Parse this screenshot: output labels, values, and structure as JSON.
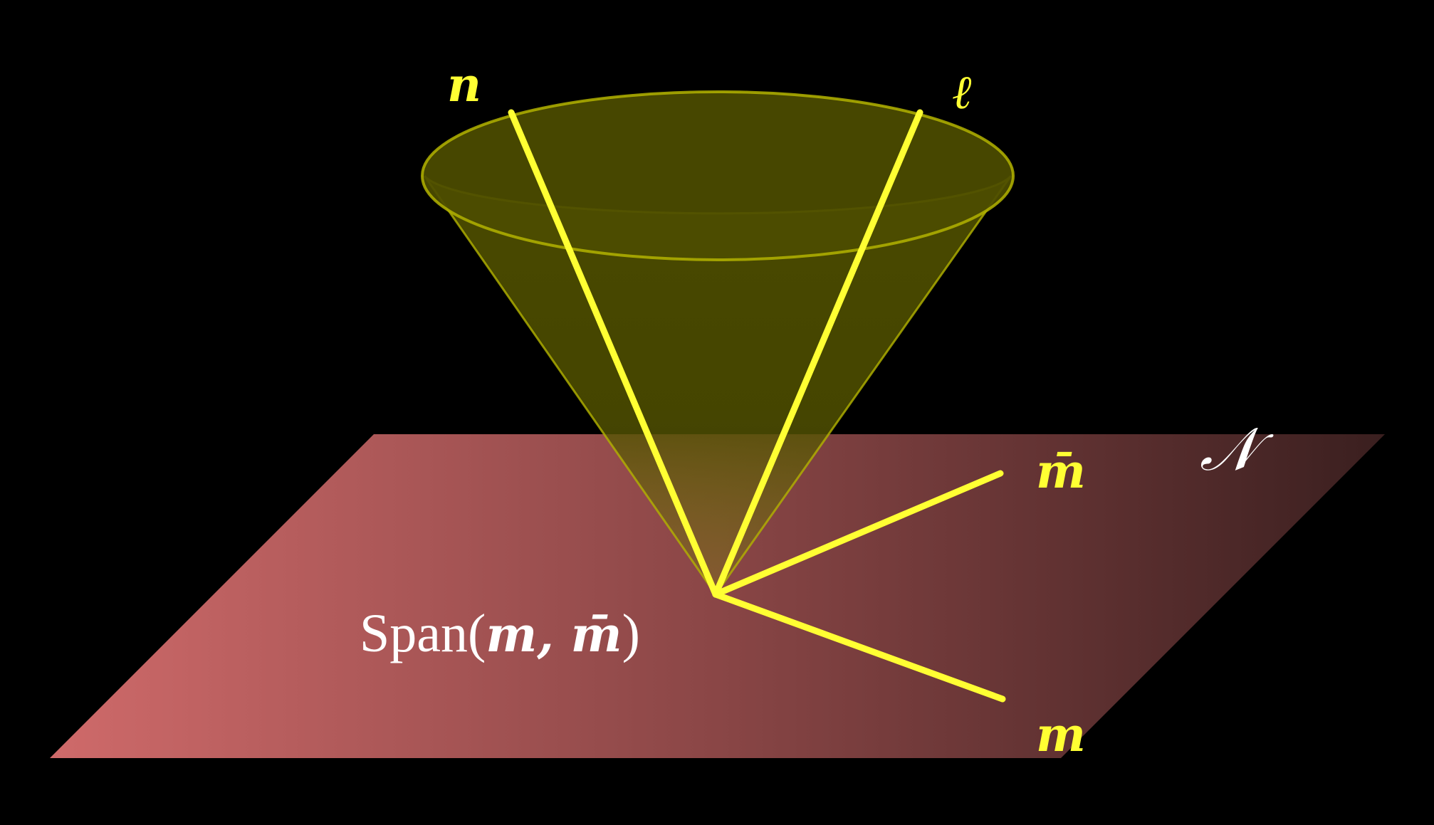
{
  "colors": {
    "background": "#000000",
    "vector": "#ffff33",
    "cone_fill": "#6b6b00",
    "cone_edge": "#b3b300",
    "plane_left": "#cc6666",
    "plane_right": "#3a2020",
    "text_light": "#ffffff"
  },
  "labels": {
    "n": "n",
    "ell": "ℓ",
    "m_bar": "m̄",
    "m": "m",
    "script_N": "𝒩",
    "span_prefix": "Span(",
    "span_m": "m",
    "span_comma": ", ",
    "span_mbar": "m̄",
    "span_suffix": ")"
  }
}
